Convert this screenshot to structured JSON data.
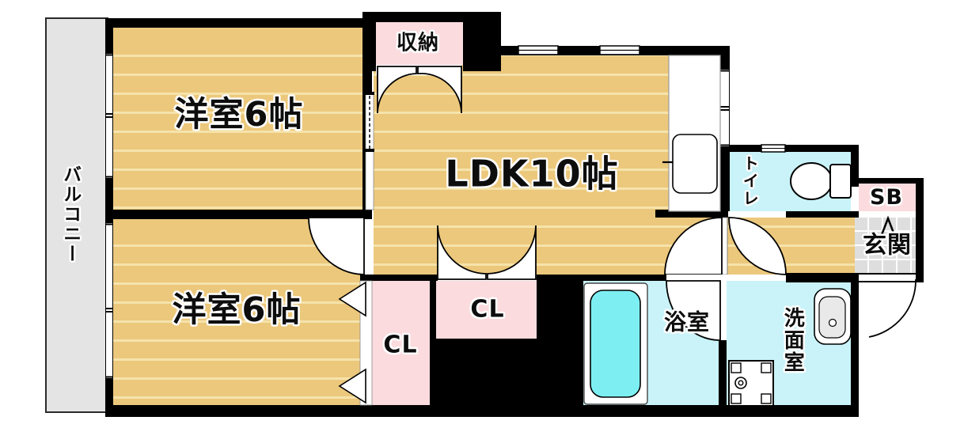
{
  "plan_title": "1LDK-floor-plan",
  "rooms": {
    "bedroom_top": {
      "label": "洋室6帖"
    },
    "bedroom_bottom": {
      "label": "洋室6帖"
    },
    "ldk": {
      "label": "LDK10帖"
    },
    "storage": {
      "label": "収納"
    },
    "closet_side": {
      "label": "CL"
    },
    "closet_center": {
      "label": "CL"
    },
    "toilet": {
      "label": "トイレ"
    },
    "shoe_box": {
      "label": "SB"
    },
    "entrance": {
      "label": "玄関"
    },
    "bathroom": {
      "label": "浴室"
    },
    "washroom": {
      "label": "洗面室"
    },
    "balcony": {
      "label": "バルコニー"
    }
  },
  "fixtures": {
    "bathtub": "bathtub",
    "toilet_bowl": "toilet-bowl",
    "wash_basin": "wash-basin",
    "washing_machine_pan": "washing-machine-pan",
    "kitchen_counter": "kitchen-counter-with-sink",
    "entry_arrow": "entry-direction-arrow"
  },
  "colors": {
    "floor_tan": "#ECC87C",
    "floor_stripe": "#F5E3AB",
    "closet_pink": "#FBDBDE",
    "wet_cyan": "#C9F3F8",
    "tub_cyan": "#7DEFF3",
    "balcony_gray": "#E4E4E4",
    "tile_gray": "#DEDEDE",
    "wall_black": "#000000"
  }
}
